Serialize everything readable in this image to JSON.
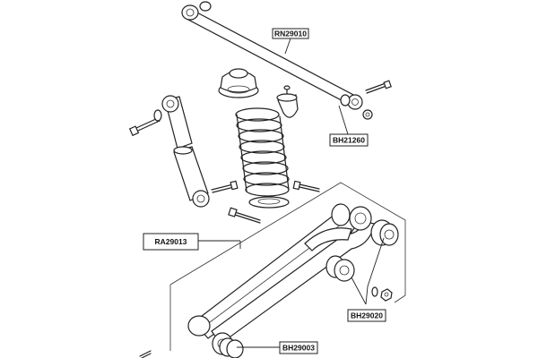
{
  "labels": {
    "rn29010": "RN29010",
    "bh21260": "BH21260",
    "ra29013": "RA29013",
    "bh29020": "BH29020",
    "bh29003": "BH29003"
  }
}
